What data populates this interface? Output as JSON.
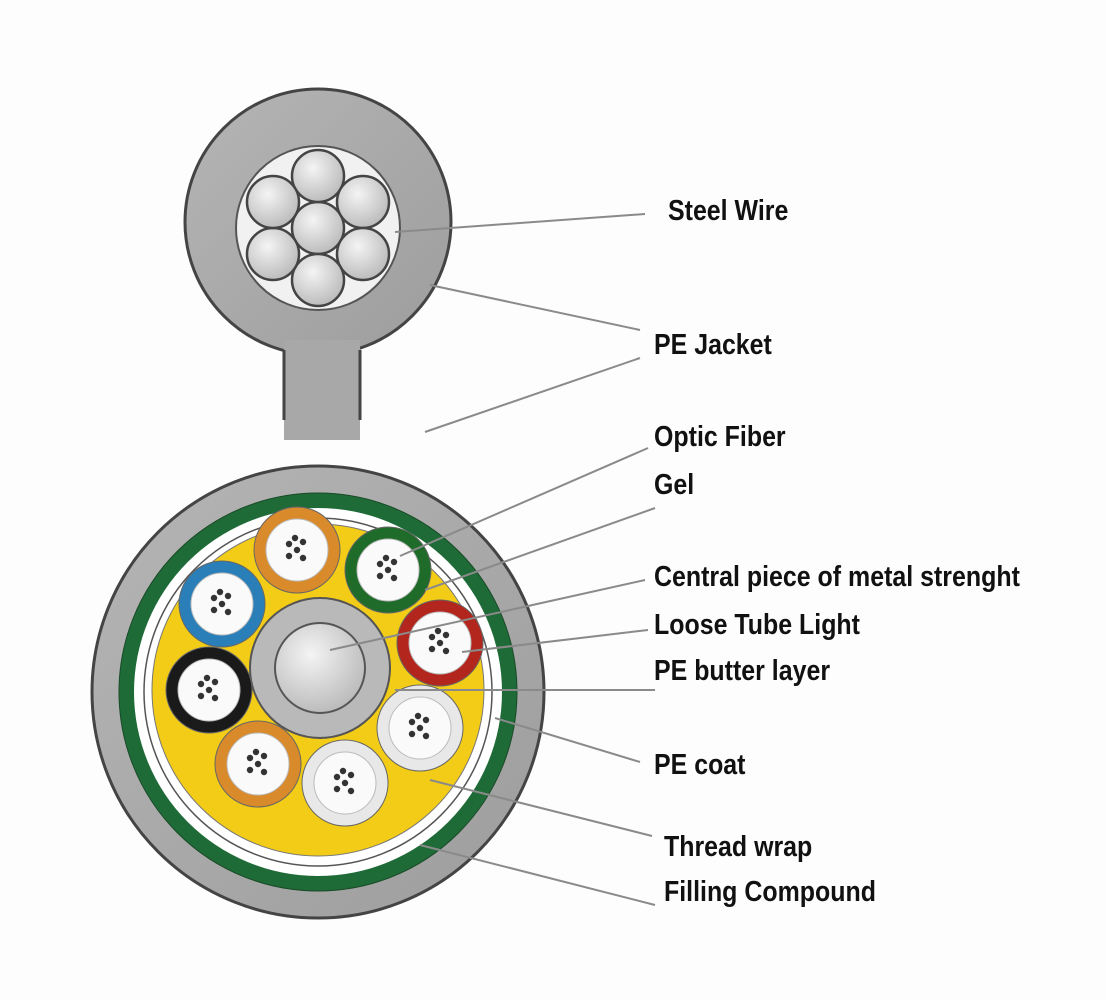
{
  "diagram": {
    "labels": {
      "steel_wire": "Steel Wire",
      "pe_jacket": "PE Jacket",
      "optic_fiber": "Optic Fiber",
      "gel": "Gel",
      "central_strength": "Central piece of metal strenght",
      "loose_tube": "Loose Tube Light",
      "pe_butter": "PE butter layer",
      "pe_coat": "PE coat",
      "thread_wrap": "Thread wrap",
      "filling_compound": "Filling Compound"
    },
    "colors": {
      "jacket": "#a9a9a9",
      "armor_green": "#1f6b37",
      "filling_yellow": "#f2cc16",
      "tube_colors": [
        "#d98a2b",
        "#1e6b2a",
        "#2a7fb8",
        "#b3261e",
        "#1a1a1a",
        "#e8e8e8",
        "#d98a2b",
        "#e8e8e8"
      ]
    }
  }
}
